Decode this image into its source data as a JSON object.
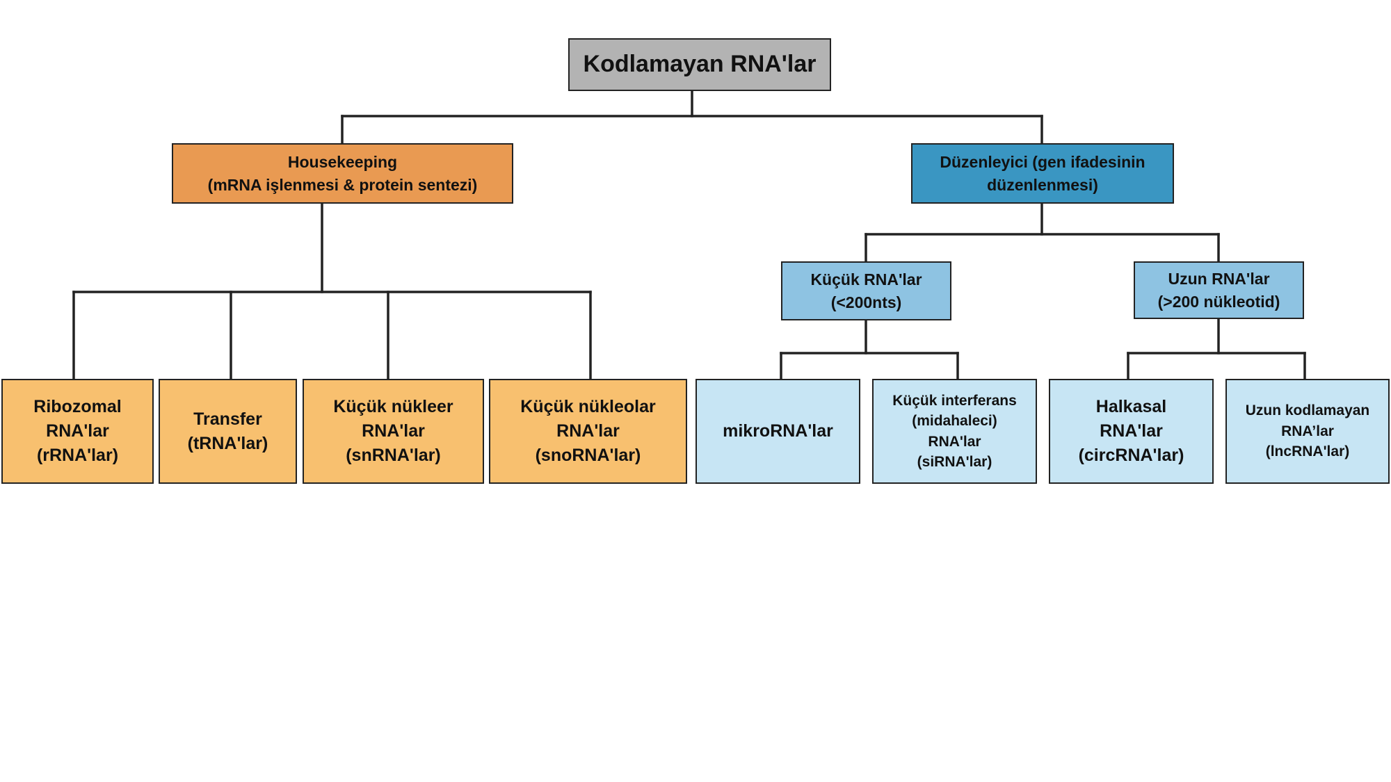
{
  "colors": {
    "root_fill": "#b3b3b3",
    "housekeeping_fill": "#e99a52",
    "regulatory_fill": "#3a96c2",
    "sub_blue_fill": "#8ec3e2",
    "leaf_orange_fill": "#f8c06f",
    "leaf_blue_fill": "#c7e5f4",
    "line": "#222222"
  },
  "root": {
    "label": "Kodlamayan RNA'lar"
  },
  "housekeeping": {
    "line1": "Housekeeping",
    "line2": "(mRNA işlenmesi & protein sentezi)",
    "children": [
      {
        "lines": [
          "Ribozomal",
          "RNA'lar",
          "(rRNA'lar)"
        ]
      },
      {
        "lines": [
          "Transfer",
          "(tRNA'lar)"
        ]
      },
      {
        "lines": [
          "Küçük nükleer",
          "RNA'lar",
          "(snRNA'lar)"
        ]
      },
      {
        "lines": [
          "Küçük nükleolar",
          "RNA'lar",
          "(snoRNA'lar)"
        ]
      }
    ]
  },
  "regulatory": {
    "line1": "Düzenleyici (gen ifadesinin",
    "line2": "düzenlenmesi)",
    "small": {
      "line1": "Küçük RNA'lar",
      "line2": "(<200nts)",
      "children": [
        {
          "lines": [
            "mikroRNA'lar"
          ]
        },
        {
          "lines": [
            "Küçük interferans",
            "(midahaleci)",
            "RNA'lar",
            "(siRNA'lar)"
          ]
        }
      ]
    },
    "long": {
      "line1": "Uzun RNA'lar",
      "line2": "(>200 nükleotid)",
      "children": [
        {
          "lines": [
            "Halkasal",
            "RNA'lar",
            "(circRNA'lar)"
          ]
        },
        {
          "lines": [
            "Uzun kodlamayan",
            "RNA’lar",
            "(lncRNA'lar)"
          ]
        }
      ]
    }
  }
}
